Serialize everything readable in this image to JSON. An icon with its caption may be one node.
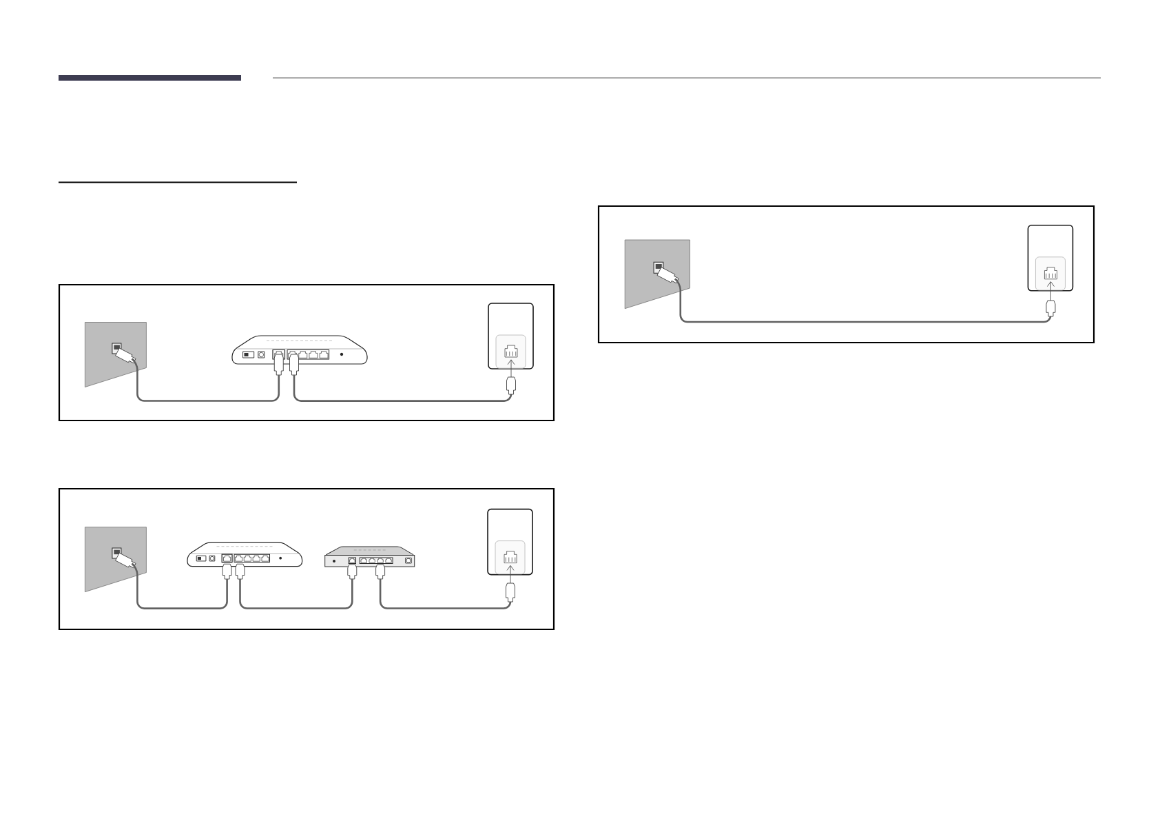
{
  "diagram": {
    "nodes": [
      {
        "text": [],
        "shape": "box"
      },
      {
        "text": [],
        "shape": "picture",
        "in": 0
      },
      {
        "text": [],
        "shape": "picture",
        "in": 0
      },
      {
        "text": [],
        "shape": "picture",
        "in": 0
      },
      {
        "text": [],
        "shape": "box"
      },
      {
        "text": [],
        "shape": "picture",
        "in": 4
      },
      {
        "text": [],
        "shape": "picture",
        "in": 4
      },
      {
        "text": [],
        "shape": "picture",
        "in": 4
      },
      {
        "text": [],
        "shape": "picture",
        "in": 4
      },
      {
        "text": [],
        "shape": "box"
      },
      {
        "text": [],
        "shape": "picture",
        "in": 9
      },
      {
        "text": [],
        "shape": "picture",
        "in": 9
      }
    ],
    "edges": [
      {
        "from": 1,
        "to": 2,
        "arrow": "none"
      },
      {
        "from": 2,
        "to": 3,
        "arrow": "to"
      },
      {
        "from": 5,
        "to": 6,
        "arrow": "none"
      },
      {
        "from": 6,
        "to": 7,
        "arrow": "none"
      },
      {
        "from": 7,
        "to": 8,
        "arrow": "to"
      },
      {
        "from": 10,
        "to": 11,
        "arrow": "to"
      }
    ]
  }
}
